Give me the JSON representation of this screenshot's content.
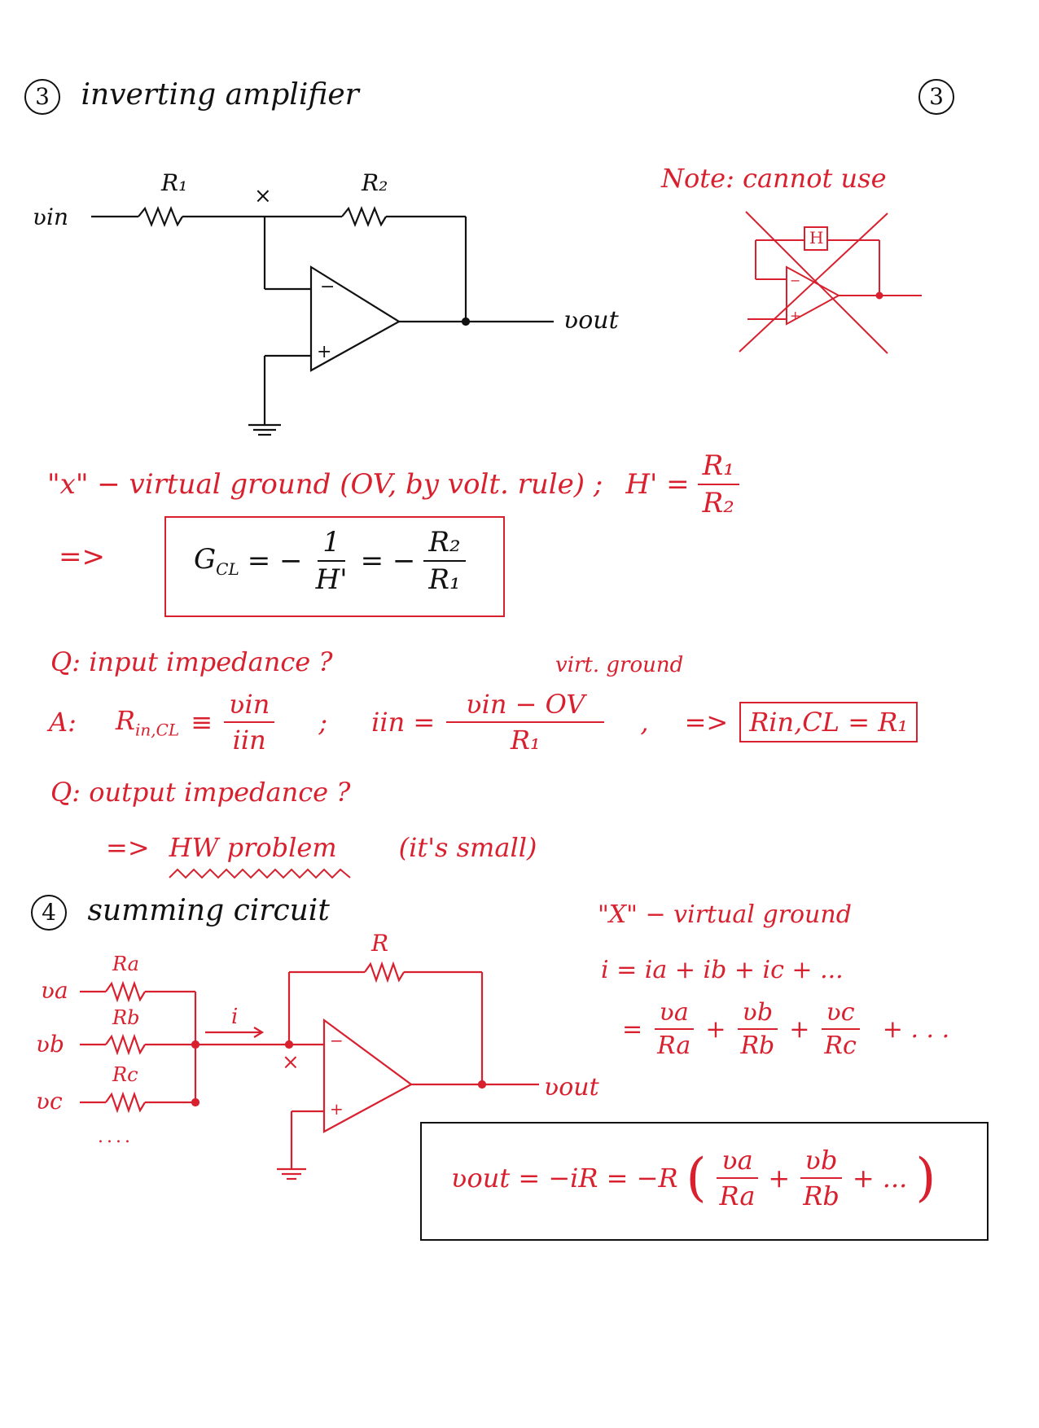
{
  "section3": {
    "number": "3",
    "title": "inverting amplifier",
    "page_number": "3"
  },
  "circuit1": {
    "r1": "R₁",
    "r2": "R₂",
    "node_x": "×",
    "vin": "ʋin",
    "vout": "ʋout",
    "minus": "−",
    "plus": "+"
  },
  "note": {
    "text": "Note: cannot use",
    "h_box": "H",
    "minus": "−",
    "plus": "+"
  },
  "virtual_ground": {
    "text": "\"x\" − virtual ground  (OV, by volt. rule) ;",
    "h_prime": "H' =",
    "num": "R₁",
    "den": "R₂"
  },
  "gain": {
    "arrow": "=>",
    "g": "G",
    "g_sub": "CL",
    "eq1": "= −",
    "num1": "1",
    "den1": "H'",
    "eq2": "= −",
    "num2": "R₂",
    "den2": "R₁"
  },
  "input_impedance": {
    "q": "Q: input impedance ?",
    "a": "A:",
    "rin": "R",
    "rin_sub": "in,CL",
    "equiv": "≡",
    "num": "ʋin",
    "den": "iin",
    "sep": ";",
    "iin": "iin =",
    "num2": "ʋin − OV",
    "den2": "R₁",
    "comma": ",",
    "virt_note": "virt. ground",
    "arrow": "=>",
    "result": "Rin,CL = R₁"
  },
  "output_impedance": {
    "q": "Q: output impedance ?",
    "arrow": "=>",
    "hw": "HW problem",
    "note": "(it's small)"
  },
  "section4": {
    "number": "4",
    "title": "summing circuit"
  },
  "circuit2": {
    "r": "R",
    "ra": "Ra",
    "rb": "Rb",
    "rc": "Rc",
    "va": "ʋa",
    "vb": "ʋb",
    "vc": "ʋc",
    "dots": "....",
    "i": "i",
    "node_x": "×",
    "vout": "ʋout",
    "minus": "−",
    "plus": "+"
  },
  "sum_eqs": {
    "line1": "\"X\" − virtual ground",
    "line2": "i = ia + ib + ic + ...",
    "eq": "=",
    "f1n": "ʋa",
    "f1d": "Ra",
    "f2n": "ʋb",
    "f2d": "Rb",
    "f3n": "ʋc",
    "f3d": "Rc",
    "plus": "+",
    "tail": "+ . . ."
  },
  "final": {
    "lhs": "ʋout = −iR = −R",
    "open": "(",
    "n1": "ʋa",
    "d1": "Ra",
    "plus": "+",
    "n2": "ʋb",
    "d2": "Rb",
    "tail": "+ ...",
    "close": ")"
  }
}
